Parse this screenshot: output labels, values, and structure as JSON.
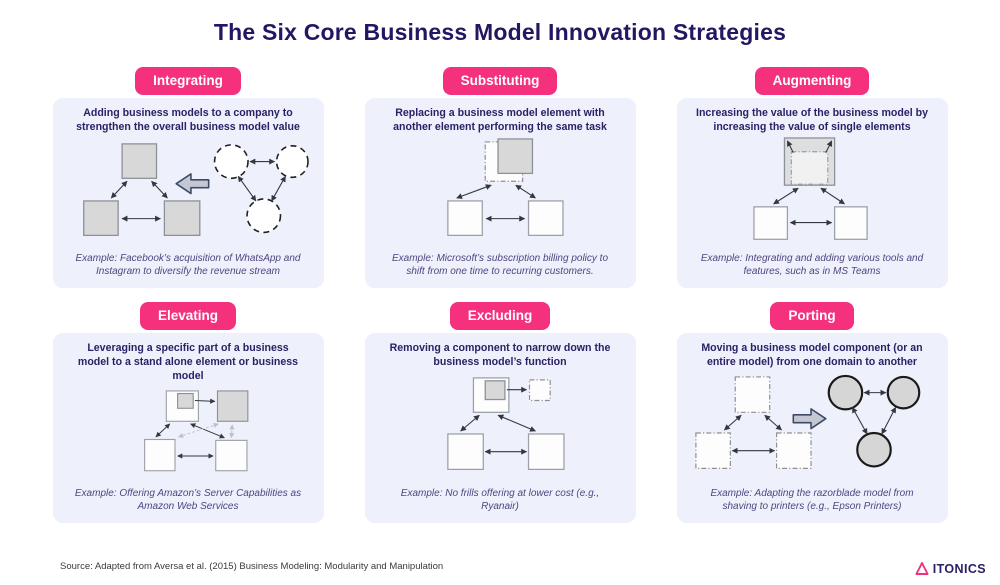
{
  "title": "The Six Core Business Model Innovation Strategies",
  "panels": [
    {
      "badge": "Integrating",
      "description": "Adding business models to a company to strengthen the overall business model value",
      "example": "Example: Facebook’s acquisition of WhatsApp and Instagram to diversify the revenue stream"
    },
    {
      "badge": "Substituting",
      "description": "Replacing a business model element with another element performing the same task",
      "example": "Example: Microsoft’s subscription billing policy to shift from one time to recurring customers."
    },
    {
      "badge": "Augmenting",
      "description": "Increasing the value of the business model by increasing the value of single elements",
      "example": "Example: Integrating and adding various tools and features, such as in MS Teams"
    },
    {
      "badge": "Elevating",
      "description": "Leveraging a specific part of a business model to a stand alone element or business model",
      "example": "Example: Offering Amazon’s Server Capabilities as Amazon Web Services"
    },
    {
      "badge": "Excluding",
      "description": "Removing a component to narrow down the business model’s function",
      "example": "Example: No frills offering at lower cost (e.g., Ryanair)"
    },
    {
      "badge": "Porting",
      "description": "Moving a business model component (or an entire model) from one domain to another",
      "example": "Example: Adapting the razorblade model from shaving to printers (e.g., Epson Printers)"
    }
  ],
  "footer": {
    "source": "Source: Adapted from Aversa et al. (2015) Business Modeling: Modularity and Manipulation",
    "logo_text": "ITONICS"
  },
  "colors": {
    "badge_pink": "#F5317E",
    "panel_bg": "#EEF0FB",
    "title_navy": "#241663",
    "description_navy": "#2B2166",
    "example_purple": "#4E4680",
    "shape_gray": "#D8D8D8",
    "logo_pink": "#F0327E"
  }
}
